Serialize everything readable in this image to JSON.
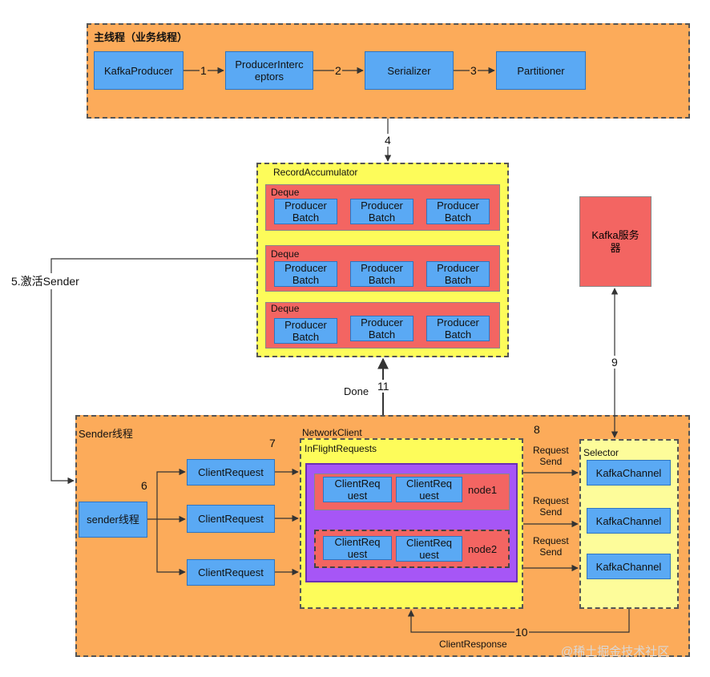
{
  "main_thread": {
    "title": "主线程（业务线程）",
    "boxes": [
      "KafkaProducer",
      "ProducerInterc\neptors",
      "Serializer",
      "Partitioner"
    ],
    "steps": [
      "1",
      "2",
      "3"
    ]
  },
  "step4": "4",
  "accumulator": {
    "title": "RecordAccumulator",
    "deque_label": "Deque",
    "batch_label": "Producer\nBatch"
  },
  "activate_sender": "5.激活Sender",
  "kafka_server": "Kafka服务\n器",
  "step9": "9",
  "done": {
    "label": "Done",
    "num": "11"
  },
  "sender_thread": {
    "title": "Sender线程",
    "sender_box": "sender线程",
    "step6": "6",
    "step7": "7",
    "step8": "8",
    "client_request": "ClientRequest"
  },
  "network_client": {
    "title": "NetworkClient",
    "inflight": "InFlightRequests",
    "client_req_short": "ClientReq\nuest",
    "node1": "node1",
    "node2": "node2"
  },
  "request_send": "Request\nSend",
  "selector": {
    "title": "Selector",
    "channel": "KafkaChannel"
  },
  "response": {
    "label": "ClientResponse",
    "num": "10"
  },
  "watermark": "@稀土掘金技术社区"
}
